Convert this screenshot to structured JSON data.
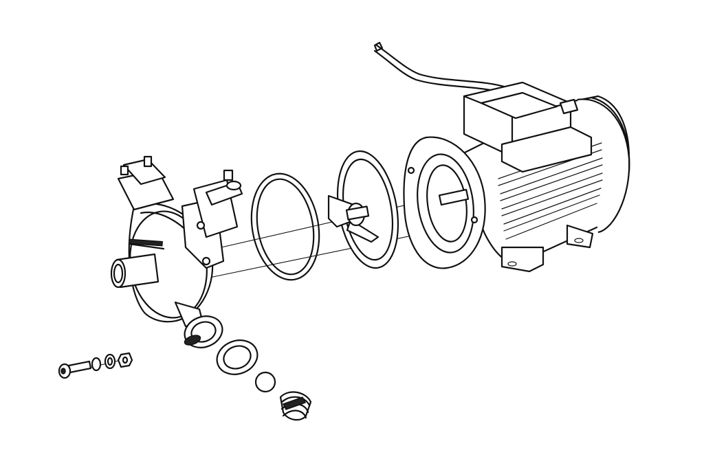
{
  "diagram": {
    "parts": [
      {
        "id": "power-cable"
      },
      {
        "id": "motor"
      },
      {
        "id": "terminal-box"
      },
      {
        "id": "motor-flange"
      },
      {
        "id": "mechanical-seal"
      },
      {
        "id": "impeller"
      },
      {
        "id": "o-ring-gasket"
      },
      {
        "id": "pump-casing"
      },
      {
        "id": "outlet-port"
      },
      {
        "id": "drain-seal-ring"
      },
      {
        "id": "seal-washer"
      },
      {
        "id": "ball"
      },
      {
        "id": "spring"
      },
      {
        "id": "cap-screw"
      },
      {
        "id": "flat-washer"
      },
      {
        "id": "lock-washer"
      },
      {
        "id": "hex-nut"
      }
    ]
  },
  "colors": {
    "line": "#111111",
    "background": "#ffffff",
    "fill": "#ffffff"
  }
}
